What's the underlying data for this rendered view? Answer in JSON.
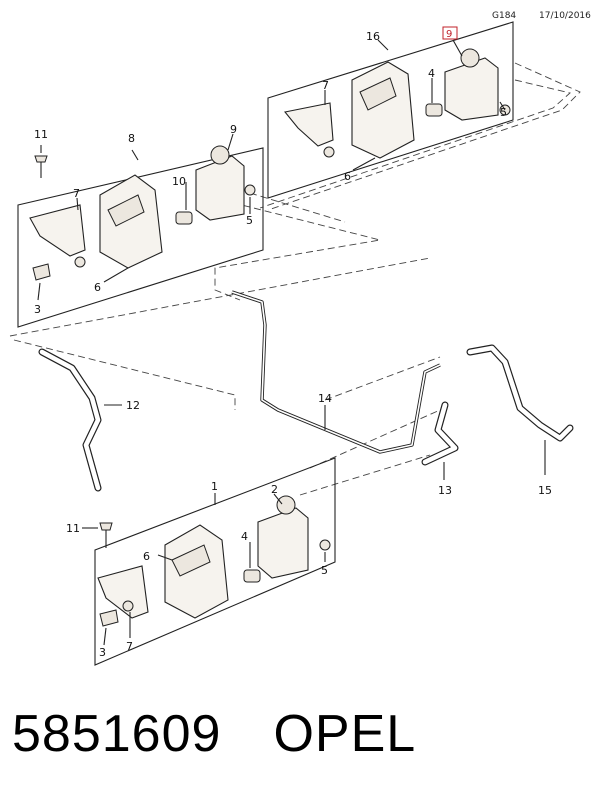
{
  "header": {
    "code": "G184",
    "date": "17/10/2016",
    "highlight_label": "9"
  },
  "callouts": {
    "c1": "1",
    "c2": "2",
    "c3a": "3",
    "c3b": "3",
    "c4a": "4",
    "c4b": "4",
    "c5a": "5",
    "c5b": "5",
    "c5c": "5",
    "c6a": "6",
    "c6b": "6",
    "c6c": "6",
    "c7a": "7",
    "c7b": "7",
    "c7c": "7",
    "c8": "8",
    "c9": "9",
    "c10": "10",
    "c11a": "11",
    "c11b": "11",
    "c12": "12",
    "c13": "13",
    "c14": "14",
    "c15": "15",
    "c16": "16"
  },
  "footer": {
    "part_number": "5851609",
    "manufacturer": "OPEL"
  },
  "colors": {
    "highlight": "#c0202a",
    "line": "#222222"
  }
}
